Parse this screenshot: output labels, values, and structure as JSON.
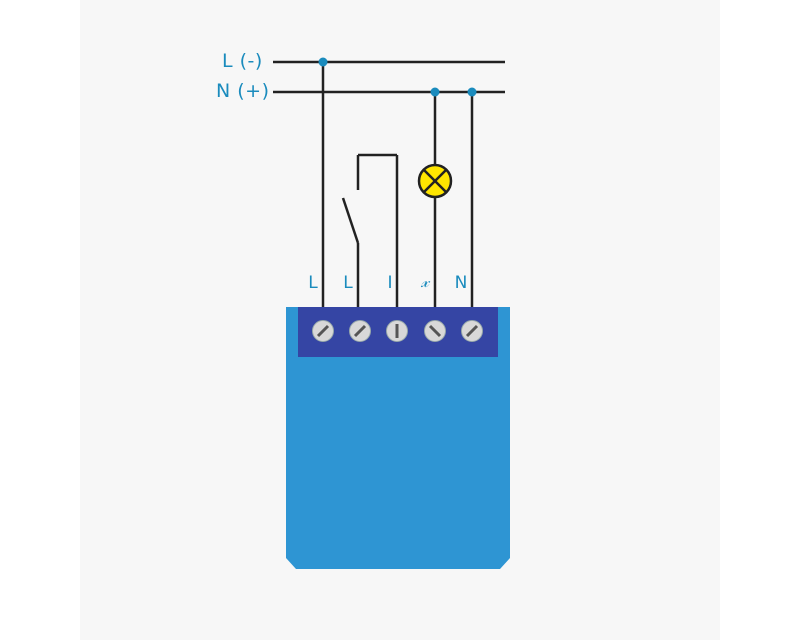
{
  "supply": {
    "line_label": "L (-)",
    "neutral_label": "N (+)"
  },
  "terminals": {
    "labels": [
      "L",
      "L",
      "I",
      "𝓍",
      "N"
    ]
  },
  "colors": {
    "wire": "#222222",
    "label": "#1a8bbd",
    "device_body": "#2e95d3",
    "terminal_block": "#3545a4",
    "screw": "#d8d8d8",
    "lamp_fill": "#ffe600",
    "junction": "#1a8bbd",
    "background": "#f7f7f7"
  },
  "icons": {
    "lamp": "lamp-icon",
    "switch": "switch-icon",
    "screw": "screw-terminal-icon"
  }
}
